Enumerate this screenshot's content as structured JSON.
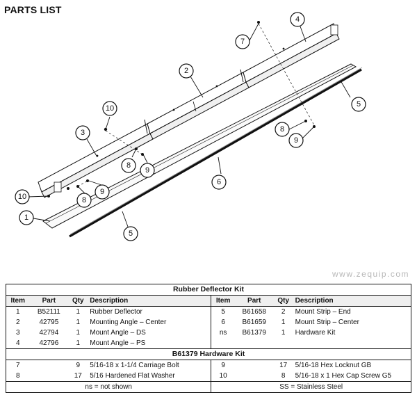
{
  "page_title": "PARTS LIST",
  "watermark": "www.zequip.com",
  "callouts": [
    "7",
    "4",
    "2",
    "10",
    "3",
    "5",
    "8",
    "9",
    "6",
    "8",
    "9",
    "10",
    "8",
    "9",
    "1",
    "5"
  ],
  "table": {
    "rubber_kit_title": "Rubber Deflector Kit",
    "hardware_kit_title": "B61379  Hardware Kit",
    "columns": {
      "item": "Item",
      "part": "Part",
      "qty": "Qty",
      "description": "Description"
    },
    "rubber_rows": [
      {
        "l_item": "1",
        "l_part": "B52111",
        "l_qty": "1",
        "l_desc": "Rubber Deflector",
        "r_item": "5",
        "r_part": "B61658",
        "r_qty": "2",
        "r_desc": "Mount Strip – End"
      },
      {
        "l_item": "2",
        "l_part": "42795",
        "l_qty": "1",
        "l_desc": "Mounting Angle – Center",
        "r_item": "6",
        "r_part": "B61659",
        "r_qty": "1",
        "r_desc": "Mount Strip – Center"
      },
      {
        "l_item": "3",
        "l_part": "42794",
        "l_qty": "1",
        "l_desc": "Mount Angle – DS",
        "r_item": "ns",
        "r_part": "B61379",
        "r_qty": "1",
        "r_desc": "Hardware Kit"
      },
      {
        "l_item": "4",
        "l_part": "42796",
        "l_qty": "1",
        "l_desc": "Mount Angle – PS",
        "r_item": "",
        "r_part": "",
        "r_qty": "",
        "r_desc": ""
      }
    ],
    "hardware_rows": [
      {
        "l_item": "7",
        "l_qty": "9",
        "l_desc": "5/16-18 x 1-1/4 Carriage Bolt",
        "r_item": "9",
        "r_qty": "17",
        "r_desc": "5/16-18 Hex Locknut GB"
      },
      {
        "l_item": "8",
        "l_qty": "17",
        "l_desc": "5/16 Hardened Flat Washer",
        "r_item": "10",
        "r_qty": "8",
        "r_desc": "5/16-18 x 1 Hex Cap Screw G5"
      }
    ],
    "note_left": "ns = not shown",
    "note_right": "SS = Stainless Steel"
  }
}
